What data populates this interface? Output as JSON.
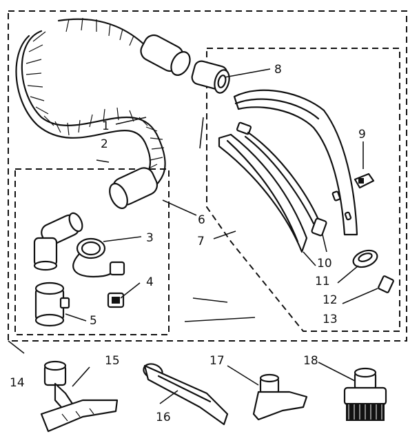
{
  "diagram": {
    "callouts": {
      "c1": "1",
      "c2": "2",
      "c3": "3",
      "c4": "4",
      "c5": "5",
      "c6": "6",
      "c7": "7",
      "c8": "8",
      "c9": "9",
      "c10": "10",
      "c11": "11",
      "c12": "12",
      "c13": "13",
      "c14": "14",
      "c15": "15",
      "c16": "16",
      "c17": "17",
      "c18": "18"
    },
    "parts": [
      "hose",
      "hose-cuff",
      "hose-end",
      "cord",
      "cord-plug",
      "swivel-cuff",
      "wand-end",
      "wand-half",
      "wire-harness",
      "clip",
      "wand-plate",
      "wand-button",
      "wand-latch",
      "upholstery-tool",
      "crevice-tool",
      "small-nozzle",
      "dusting-brush"
    ]
  }
}
